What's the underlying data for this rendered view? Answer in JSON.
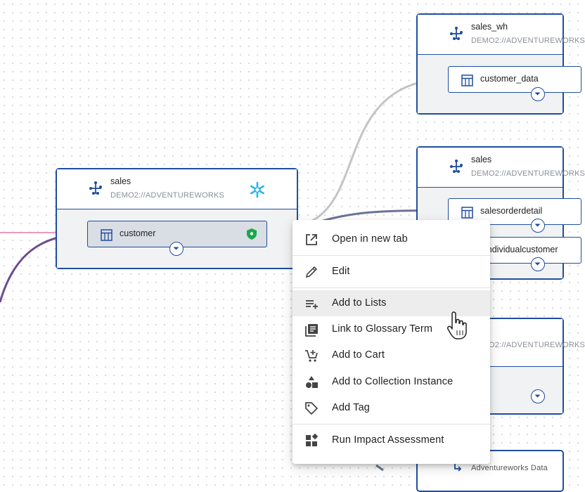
{
  "nodes": {
    "sales_main": {
      "name": "sales",
      "path": "DEMO2://ADVENTUREWORKS",
      "table": "customer"
    },
    "sales_wh": {
      "name": "sales_wh",
      "path": "DEMO2://ADVENTUREWORKS",
      "table": "customer_data"
    },
    "sales_right": {
      "name": "sales",
      "path": "DEMO2://ADVENTUREWORKS",
      "tables": [
        "salesorderdetail",
        "individualcustomer"
      ]
    },
    "third_right": {
      "path": "DEMO2://ADVENTUREWORKS"
    },
    "bottom_right": {
      "name": "Adventureworks Data"
    }
  },
  "context_menu": {
    "items": [
      {
        "label": "Open in new tab",
        "icon": "open-in-new-icon"
      },
      {
        "label": "Edit",
        "icon": "pencil-icon"
      },
      {
        "label": "Add to Lists",
        "icon": "playlist-add-icon"
      },
      {
        "label": "Link to Glossary Term",
        "icon": "glossary-icon"
      },
      {
        "label": "Add to Cart",
        "icon": "cart-add-icon"
      },
      {
        "label": "Add to Collection Instance",
        "icon": "shapes-icon"
      },
      {
        "label": "Add Tag",
        "icon": "tag-icon"
      },
      {
        "label": "Run Impact Assessment",
        "icon": "impact-icon"
      }
    ],
    "hovered": "Add to Lists"
  },
  "colors": {
    "node_border": "#1f4e9e",
    "edge_default": "#6b7396",
    "edge_highlight": "#6b4c8f",
    "edge_inbound": "#e79ac1",
    "edge_muted": "#c4c4c4",
    "shield": "#1aa84a",
    "snowflake": "#29b5e8"
  }
}
